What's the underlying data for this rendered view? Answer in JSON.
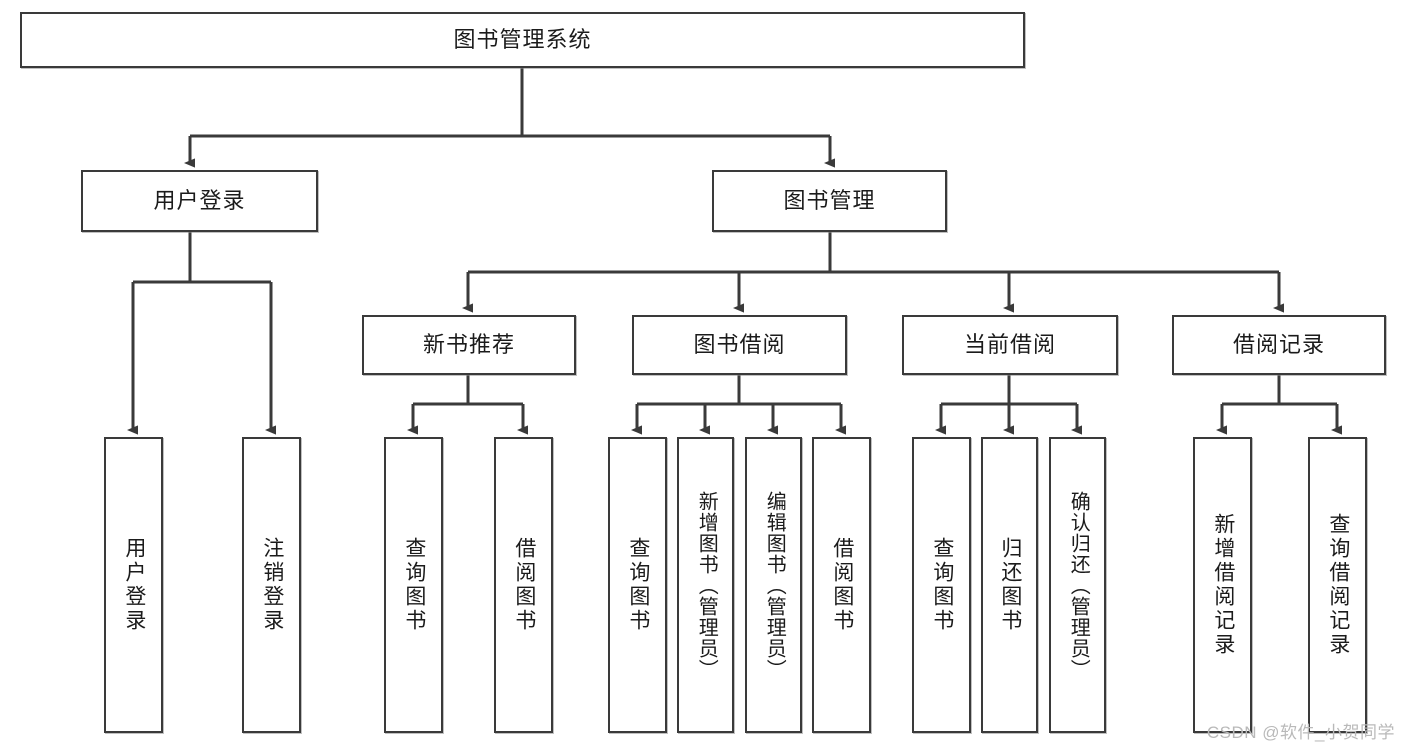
{
  "diagram": {
    "type": "tree",
    "title": "图书管理系统",
    "watermark": "CSDN @软件_小贺同学",
    "line_color": "#3a3a3a",
    "box_fill": "#ffffff",
    "text_color": "#1b1b1b",
    "levels": [
      {
        "level": 1,
        "nodes": [
          {
            "id": "root",
            "label": "图书管理系统",
            "orientation": "horizontal"
          }
        ]
      },
      {
        "level": 2,
        "nodes": [
          {
            "id": "login",
            "label": "用户登录",
            "orientation": "horizontal",
            "parent": "root"
          },
          {
            "id": "bookmgmt",
            "label": "图书管理",
            "orientation": "horizontal",
            "parent": "root"
          }
        ]
      },
      {
        "level": 3,
        "nodes": [
          {
            "id": "newbook",
            "label": "新书推荐",
            "orientation": "horizontal",
            "parent": "bookmgmt"
          },
          {
            "id": "borrow",
            "label": "图书借阅",
            "orientation": "horizontal",
            "parent": "bookmgmt"
          },
          {
            "id": "current",
            "label": "当前借阅",
            "orientation": "horizontal",
            "parent": "bookmgmt"
          },
          {
            "id": "records",
            "label": "借阅记录",
            "orientation": "horizontal",
            "parent": "bookmgmt"
          }
        ]
      },
      {
        "level": 4,
        "nodes": [
          {
            "id": "leaf1",
            "label": "用户登录",
            "orientation": "vertical",
            "parent": "login"
          },
          {
            "id": "leaf2",
            "label": "注销登录",
            "orientation": "vertical",
            "parent": "login"
          },
          {
            "id": "leaf3",
            "label": "查询图书",
            "orientation": "vertical",
            "parent": "newbook"
          },
          {
            "id": "leaf4",
            "label": "借阅图书",
            "orientation": "vertical",
            "parent": "newbook"
          },
          {
            "id": "leaf5",
            "label": "查询图书",
            "orientation": "vertical",
            "parent": "borrow"
          },
          {
            "id": "leaf6",
            "label": "新增图书（管理员）",
            "orientation": "vertical",
            "parent": "borrow"
          },
          {
            "id": "leaf7",
            "label": "编辑图书（管理员）",
            "orientation": "vertical",
            "parent": "borrow"
          },
          {
            "id": "leaf8",
            "label": "借阅图书",
            "orientation": "vertical",
            "parent": "borrow"
          },
          {
            "id": "leaf9",
            "label": "查询图书",
            "orientation": "vertical",
            "parent": "current"
          },
          {
            "id": "leaf10",
            "label": "归还图书",
            "orientation": "vertical",
            "parent": "current"
          },
          {
            "id": "leaf11",
            "label": "确认归还（管理员）",
            "orientation": "vertical",
            "parent": "current"
          },
          {
            "id": "leaf12",
            "label": "新增借阅记录",
            "orientation": "vertical",
            "parent": "records"
          },
          {
            "id": "leaf13",
            "label": "查询借阅记录",
            "orientation": "vertical",
            "parent": "records"
          }
        ]
      }
    ]
  }
}
